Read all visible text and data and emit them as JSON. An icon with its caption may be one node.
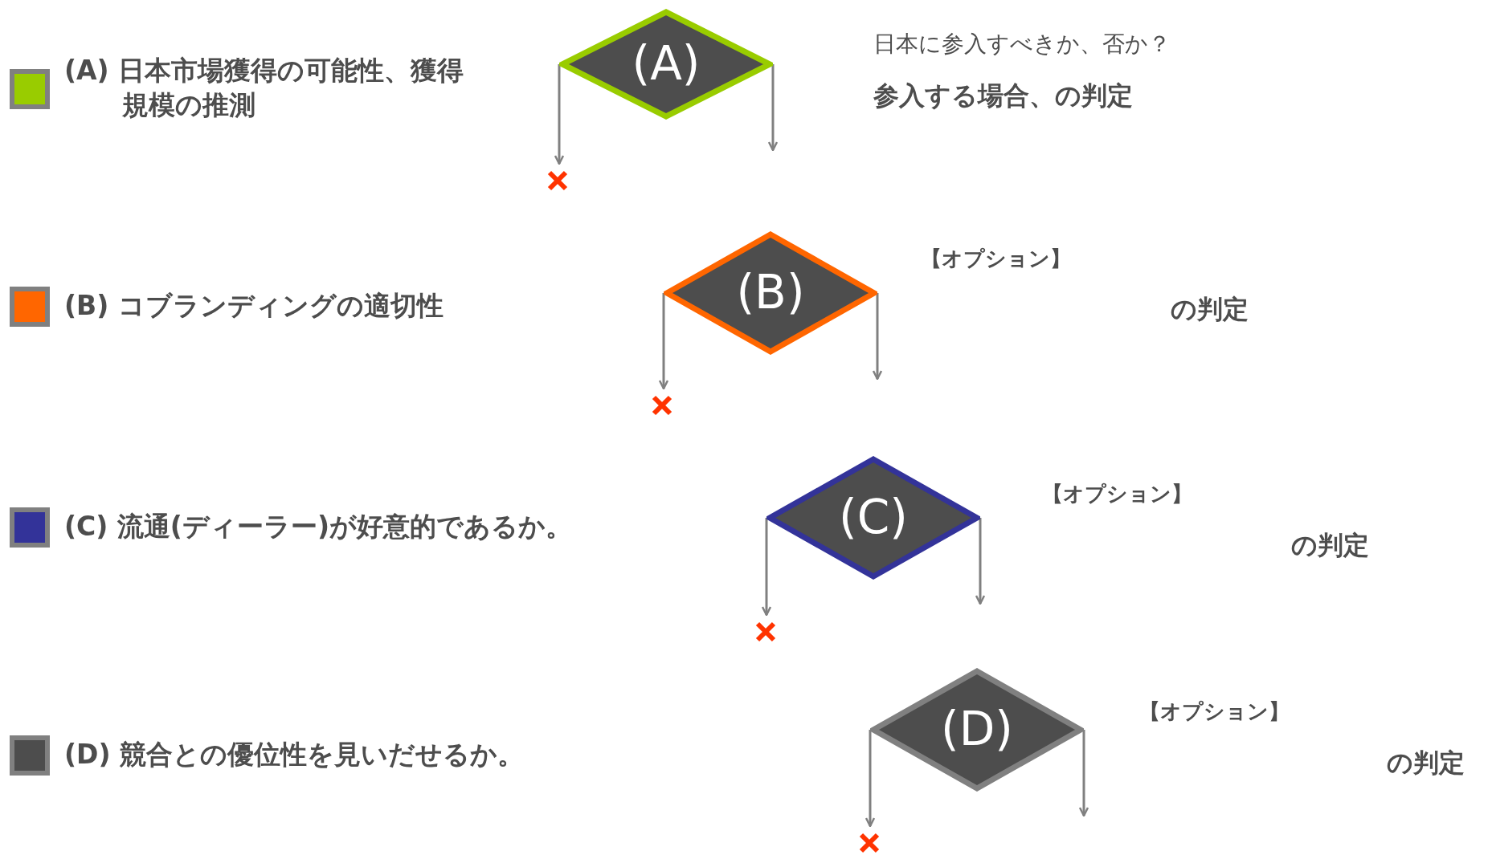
{
  "diagram": {
    "nodes": [
      {
        "text": [
          "(A)"
        ]
      },
      {
        "text": [],
        "shape": "cross"
      },
      {
        "text": [
          "(B)"
        ]
      },
      {
        "text": [],
        "shape": "cross"
      },
      {
        "text": [
          "(C)"
        ]
      },
      {
        "text": [],
        "shape": "cross"
      },
      {
        "text": [
          "(D)"
        ]
      },
      {
        "text": [],
        "shape": "cross"
      }
    ],
    "edges": [
      {
        "from": 0,
        "to": 1,
        "arrow": "to"
      },
      {
        "from": 0,
        "to": null,
        "arrow": "to"
      },
      {
        "from": 2,
        "to": 3,
        "arrow": "to"
      },
      {
        "from": 2,
        "to": null,
        "arrow": "to"
      },
      {
        "from": 4,
        "to": 5,
        "arrow": "to"
      },
      {
        "from": 4,
        "to": null,
        "arrow": "to"
      },
      {
        "from": 6,
        "to": 7,
        "arrow": "to"
      },
      {
        "from": 6,
        "to": null,
        "arrow": "to"
      }
    ],
    "labels": [
      "日本に参入すべきか、否か？",
      "参入する場合、の判定",
      "【オプション】",
      "の判定",
      "【オプション】",
      "の判定",
      "【オプション】",
      "の判定"
    ],
    "legend": [
      {
        "text": "(A) 日本市場獲得の可能性、獲得規模の推測",
        "color": "#99cc00"
      },
      {
        "text": "(B) コブランディングの適切性",
        "color": "#ff6600"
      },
      {
        "text": "(C) 流通(ディーラー)が好意的であるか。",
        "color": "#333399"
      },
      {
        "text": "(D) 競合との優位性を見いだせるか。",
        "color": "#4d4d4d"
      }
    ]
  }
}
